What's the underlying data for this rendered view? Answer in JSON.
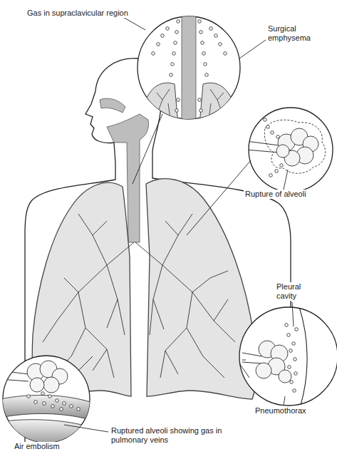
{
  "diagram": {
    "labels": [
      "Gas in supraclavicular region",
      "Surgical emphysema",
      "Rupture of alveoli",
      "Pleural cavity",
      "Pneumothorax",
      "Ruptured alveoli showing gas in pulmonary veins",
      "Air embolism"
    ]
  }
}
